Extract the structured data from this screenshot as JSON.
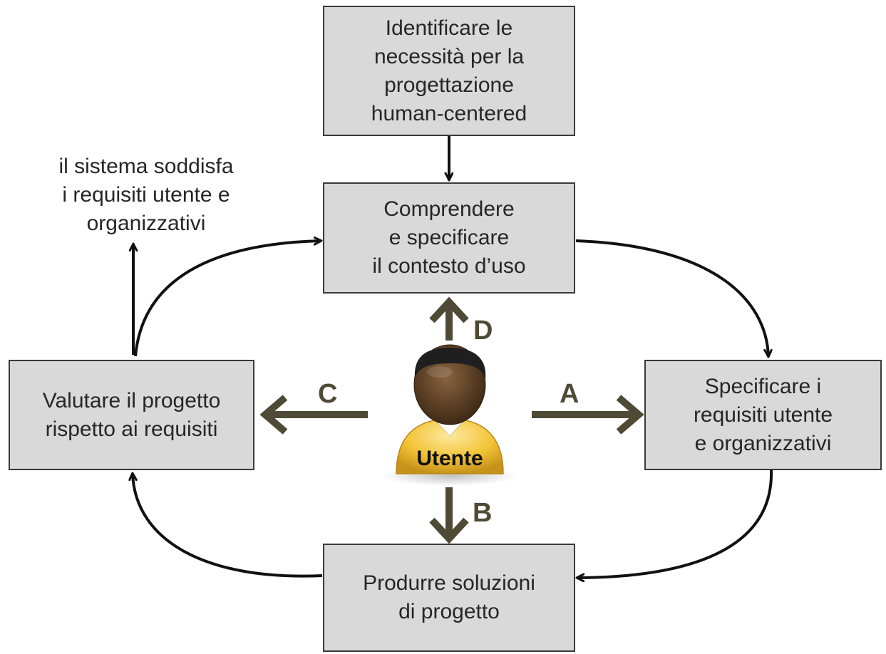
{
  "boxes": {
    "identify": "Identificare le\nnecessità per la\nprogettazione\nhuman-centered",
    "understand": "Comprendere\ne specificare\nil contesto d’uso",
    "specify": "Specificare i\nrequisiti utente\ne organizzativi",
    "produce": "Produrre soluzioni\ndi progetto",
    "evaluate": "Valutare il progetto\nrispetto ai requisiti"
  },
  "exit_note": "il sistema soddisfa\ni requisiti utente e\norganizzativi",
  "arrow_labels": {
    "a": "A",
    "b": "B",
    "c": "C",
    "d": "D"
  },
  "user": {
    "label": "Utente",
    "icon": "user-person-icon"
  },
  "colors": {
    "box_fill": "#d9d9d9",
    "box_border": "#3a3a3a",
    "cycle_arrow": "#111111",
    "user_arrow": "#4f4a35",
    "user_body": "#f2c335",
    "user_skin": "#5a3e24",
    "user_hair": "#222222"
  }
}
